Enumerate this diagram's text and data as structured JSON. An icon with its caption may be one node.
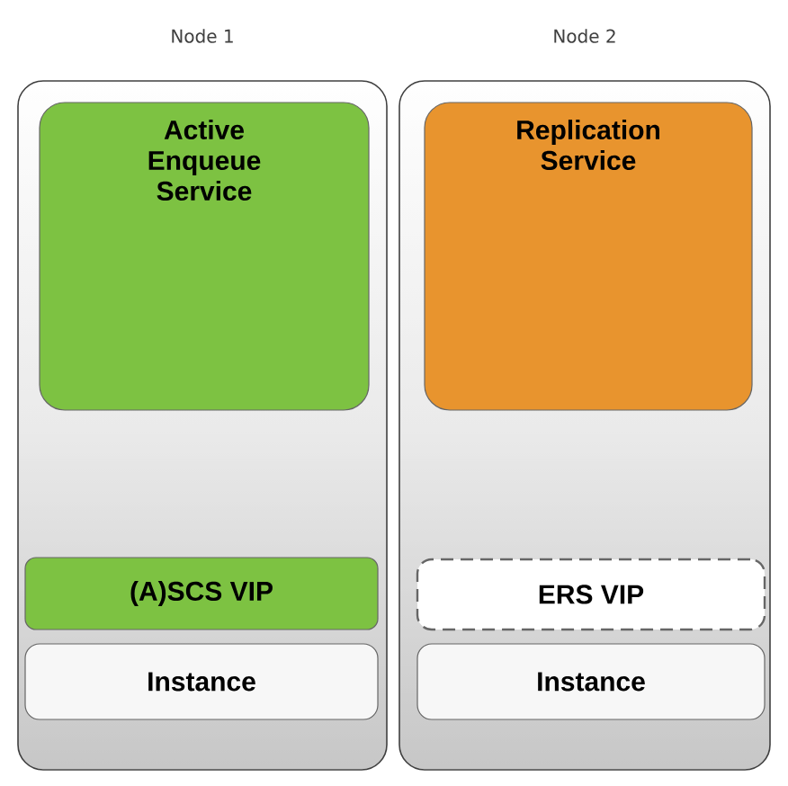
{
  "diagram": {
    "nodes": [
      {
        "text": [
          "Node 1"
        ]
      },
      {
        "text": [
          "Active Enqueue Service"
        ],
        "in": 0
      },
      {
        "text": [
          "(A)SCS VIP"
        ],
        "in": 0
      },
      {
        "text": [
          "Instance"
        ],
        "in": 0
      },
      {
        "text": [
          "Node 2"
        ]
      },
      {
        "text": [
          "Replication Service"
        ],
        "in": 4
      },
      {
        "text": [
          "ERS VIP"
        ],
        "in": 4
      },
      {
        "text": [
          "Instance"
        ],
        "in": 4
      }
    ]
  }
}
